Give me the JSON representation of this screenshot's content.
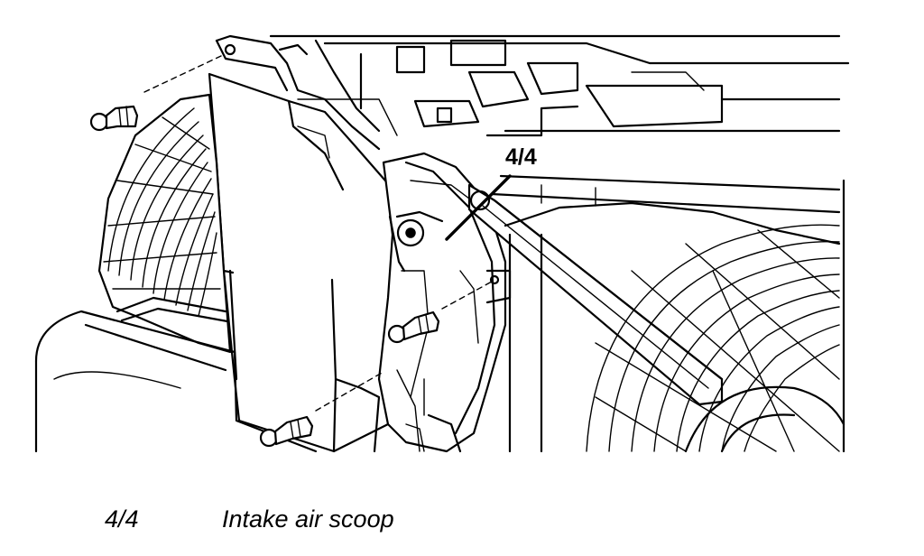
{
  "diagram": {
    "callout": {
      "ref": "4/4"
    },
    "legend": [
      {
        "ref": "4/4",
        "description": "Intake air scoop"
      }
    ]
  }
}
